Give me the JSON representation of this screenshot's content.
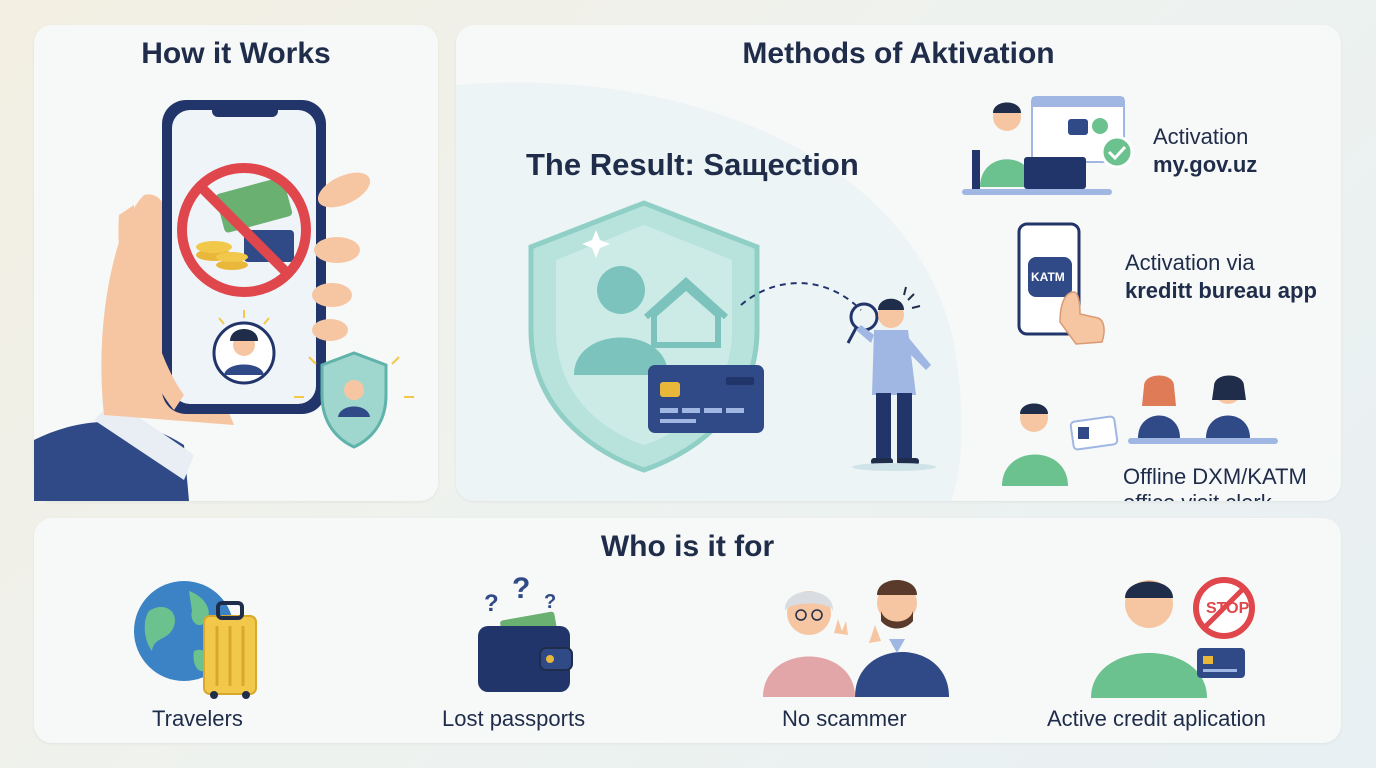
{
  "how_it_works": {
    "title": "How it Works"
  },
  "methods": {
    "title": "Methods of Aktivation",
    "result_title": "The Result: Sащection",
    "options": [
      {
        "line1": "Activation",
        "line2": "my.gov.uz"
      },
      {
        "line1": "Activation via",
        "line2": "kreditt bureau app",
        "app_badge": "KATM"
      },
      {
        "line1": "Offline DXM/KATM",
        "line2": "office visit clerk"
      }
    ]
  },
  "who": {
    "title": "Who is it for",
    "items": [
      {
        "label": "Travelers",
        "icon": "globe-suitcase-icon"
      },
      {
        "label": "Lost passports",
        "icon": "wallet-question-icon"
      },
      {
        "label": "No scammer",
        "icon": "elderly-refusing-icon"
      },
      {
        "label": "Active credit aplication",
        "icon": "stop-credit-icon",
        "stop_sign": "STOP"
      }
    ]
  },
  "colors": {
    "navy": "#1f2d4a",
    "teal": "#7cc3bd",
    "panel": "#f7f8f8",
    "red": "#e0474c",
    "green": "#6cc28f"
  }
}
